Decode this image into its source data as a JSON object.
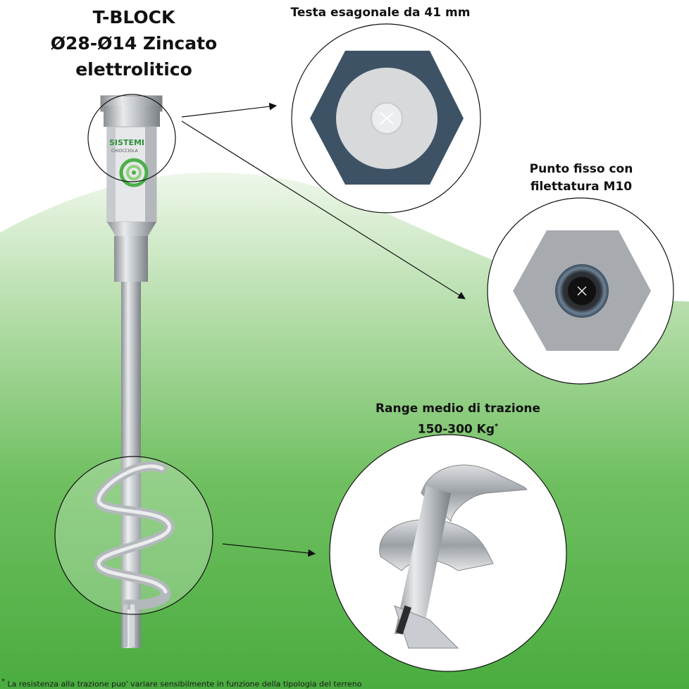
{
  "title": {
    "line1": "T-BLOCK",
    "line2": "Ø28-Ø14 Zincato",
    "line3": "elettrolitico"
  },
  "callouts": {
    "hex_head": "Testa esagonale da 41 mm",
    "fixed_point_line1": "Punto fisso con",
    "fixed_point_line2": "filettatura M10",
    "traction_line1": "Range medio di trazione",
    "traction_line2": "150-300 Kg",
    "traction_mark": "*"
  },
  "product_label": {
    "brand_line1": "SISTEMI",
    "brand_line2": "CHIOCCIOLA"
  },
  "footnote": {
    "mark": "*",
    "text": "La resistenza alla trazione puo' variare sensibilmente in funzione della tipologia del terreno"
  },
  "colors": {
    "green_dark": "#55b347",
    "green_light": "#cfe9c4",
    "hex_dark": "#3e5266",
    "hex_light": "#a7abaf",
    "logo_green": "#4bb04a"
  }
}
